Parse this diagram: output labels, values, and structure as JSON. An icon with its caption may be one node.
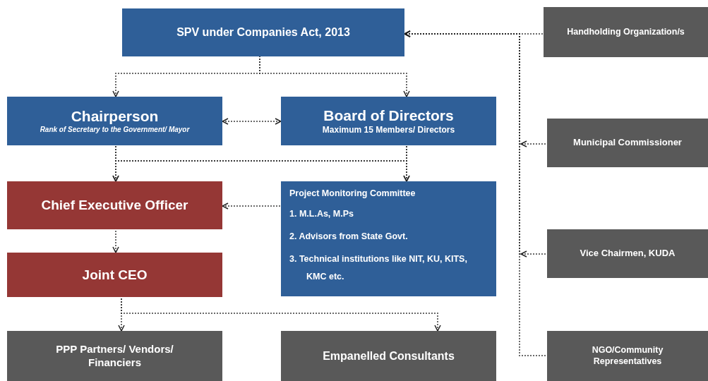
{
  "diagram": {
    "nodes": [
      {
        "text": [
          "SPV  under Companies Act, 2013"
        ]
      },
      {
        "text": [
          "Chairperson",
          "Rank of Secretary to the Government/ Mayor"
        ]
      },
      {
        "text": [
          "Board of Directors",
          "Maximum 15 Members/ Directors"
        ]
      },
      {
        "text": [
          "Chief Executive Officer"
        ]
      },
      {
        "text": [
          "Project Monitoring Committee",
          "1. M.L.As, M.Ps",
          "2. Advisors from State Govt.",
          "3. Technical institutions like NIT, KU, KITS, KMC etc."
        ]
      },
      {
        "text": [
          "Joint CEO"
        ]
      },
      {
        "text": [
          "PPP Partners/ Vendors/ Financiers"
        ]
      },
      {
        "text": [
          "Empanelled Consultants"
        ]
      },
      {
        "text": [
          "Handholding Organization/s"
        ]
      },
      {
        "text": [
          "Municipal Commissioner"
        ]
      },
      {
        "text": [
          "Vice Chairmen, KUDA"
        ]
      },
      {
        "text": [
          "NGO/Community Representatives"
        ]
      }
    ],
    "edges": [
      {
        "from": 0,
        "to": 1,
        "arrow": "to"
      },
      {
        "from": 0,
        "to": 2,
        "arrow": "to"
      },
      {
        "from": 1,
        "to": 2,
        "arrow": "both"
      },
      {
        "from": 1,
        "to": 3,
        "arrow": "to"
      },
      {
        "from": 1,
        "to": 4,
        "arrow": "to"
      },
      {
        "from": 2,
        "to": 3,
        "arrow": "to"
      },
      {
        "from": 2,
        "to": 4,
        "arrow": "to"
      },
      {
        "from": 4,
        "to": 3,
        "arrow": "to"
      },
      {
        "from": 3,
        "to": 5,
        "arrow": "to"
      },
      {
        "from": 5,
        "to": 6,
        "arrow": "to"
      },
      {
        "from": 5,
        "to": 7,
        "arrow": "to"
      },
      {
        "from": 8,
        "to": 0,
        "arrow": "to"
      },
      {
        "from": 9,
        "to": 0,
        "arrow": "to"
      },
      {
        "from": 10,
        "to": 0,
        "arrow": "to"
      },
      {
        "from": 11,
        "to": 0,
        "arrow": "to"
      }
    ]
  }
}
